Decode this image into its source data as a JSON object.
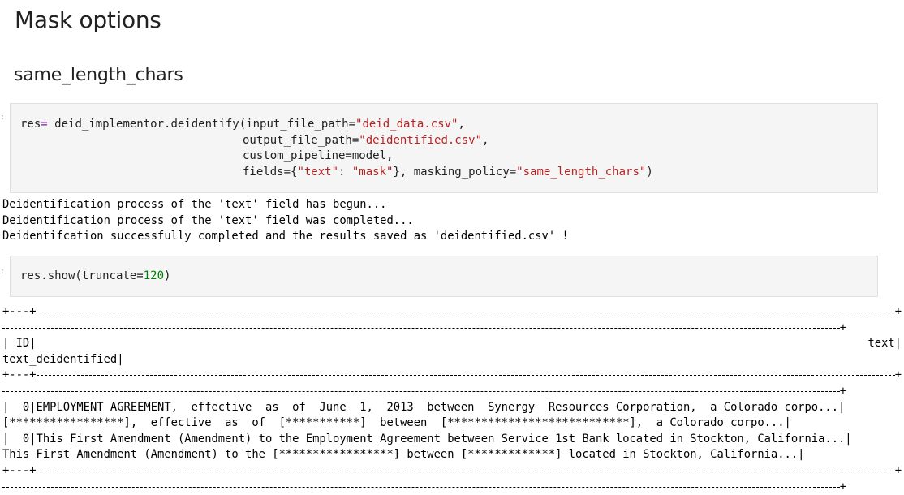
{
  "headings": {
    "title": "Mask options",
    "subtitle": "same_length_chars"
  },
  "cell1": {
    "code_lines": [
      [
        "res",
        "= ",
        "deid_implementor.deidentify(input_file_path=",
        "\"deid_data.csv\"",
        ","
      ],
      [
        "output_file_path=",
        "\"deidentified.csv\"",
        ","
      ],
      [
        "custom_pipeline=model,"
      ],
      [
        "fields={",
        "\"text\"",
        ": ",
        "\"mask\"",
        "}, masking_policy=",
        "\"same_length_chars\"",
        ")"
      ]
    ],
    "l1_a": "res",
    "l1_op": "=",
    "l1_b": " deid_implementor.deidentify(input_file_path=",
    "l1_s": "\"deid_data.csv\"",
    "l1_c": ",",
    "l2_a": "output_file_path=",
    "l2_s": "\"deidentified.csv\"",
    "l2_c": ",",
    "l3": "custom_pipeline=model,",
    "l4_a": "fields={",
    "l4_s1": "\"text\"",
    "l4_b": ": ",
    "l4_s2": "\"mask\"",
    "l4_c": "}, masking_policy=",
    "l4_s3": "\"same_length_chars\"",
    "l4_d": ")"
  },
  "output1": {
    "line1": "Deidentification process of the 'text' field has begun...",
    "line2": "Deidentification process of the 'text' field was completed...",
    "line3": "Deidentifcation successfully completed and the results saved as 'deidentified.csv' !"
  },
  "cell2": {
    "a": "res.show(truncate=",
    "num": "120",
    "b": ")"
  },
  "table": {
    "border_top": "+---+",
    "border_end": "+",
    "border_short": "+",
    "header_id": "| ID|",
    "header_text": "text|",
    "header_deid": "text_deidentified|",
    "row1_left": "|  0|EMPLOYMENT AGREEMENT,  effective  as  of  June  1,  2013  between  Synergy  Resources Corporation,  a Colorado corpo...|",
    "row1_right": "[*****************],  effective  as  of  [***********]  between  [***************************],  a Colorado corpo...|",
    "row2_left": "|  0|This First Amendment (Amendment) to the Employment Agreement between Service 1st Bank located in Stockton, California...|",
    "row2_right": "This First Amendment (Amendment) to the [*****************] between [*************] located in Stockton, California...|"
  },
  "colors": {
    "cell_bg": "#f5f5f5",
    "string": "#ba2121",
    "operator": "#7b1fa2",
    "number": "#008000"
  }
}
